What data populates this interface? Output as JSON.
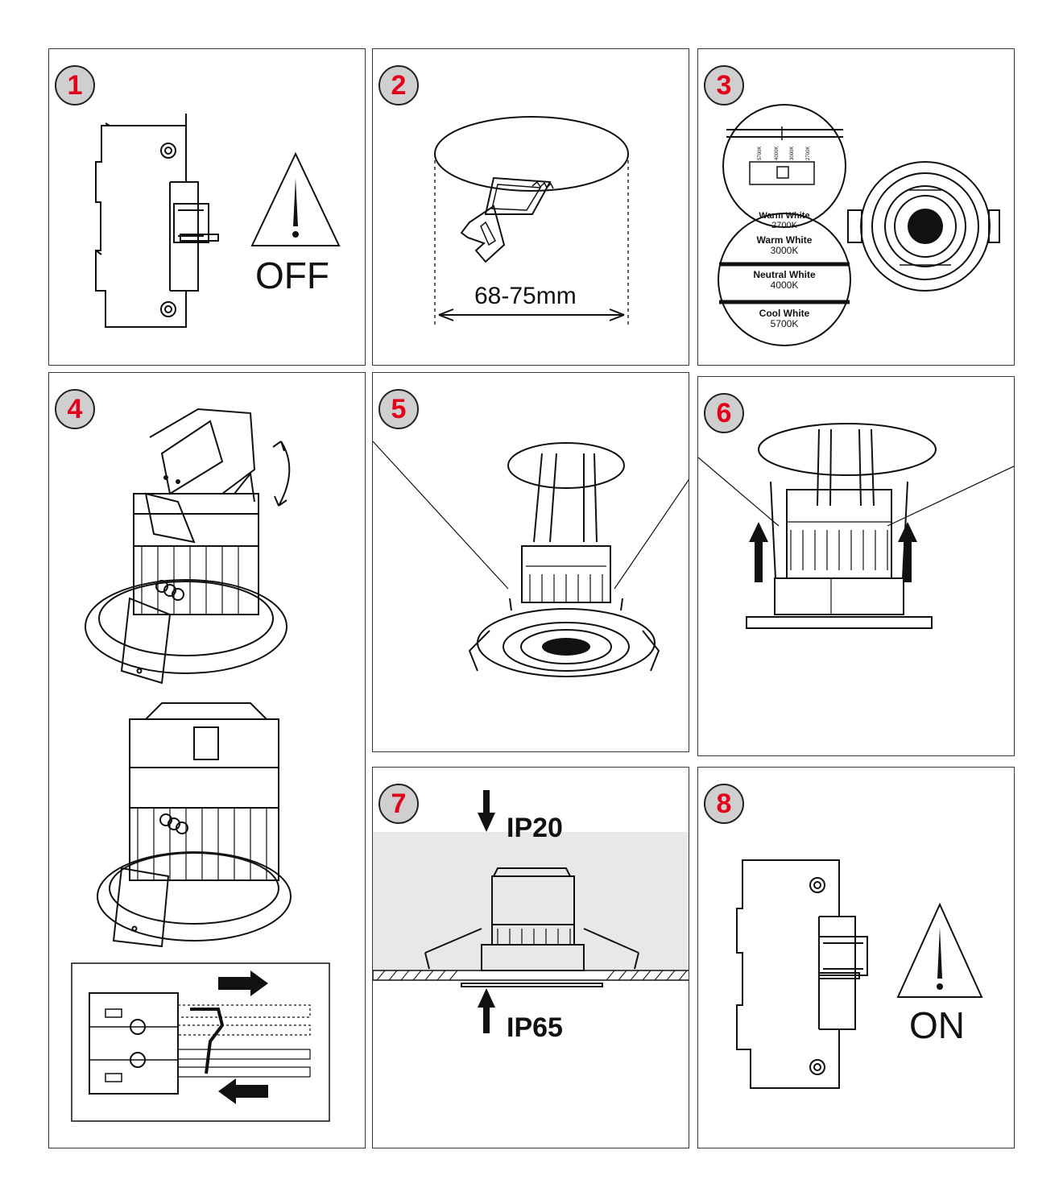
{
  "steps": [
    {
      "number": "1",
      "caption": "OFF"
    },
    {
      "number": "2",
      "dimension": "68-75mm"
    },
    {
      "number": "3",
      "color_options": [
        {
          "name": "Warm White",
          "kelvin": "2700K"
        },
        {
          "name": "Warm White",
          "kelvin": "3000K"
        },
        {
          "name": "Neutral White",
          "kelvin": "4000K"
        },
        {
          "name": "Cool White",
          "kelvin": "5700K"
        }
      ],
      "switch_marks": [
        "5700K",
        "4000K",
        "3000K",
        "2700K"
      ]
    },
    {
      "number": "4"
    },
    {
      "number": "5"
    },
    {
      "number": "6"
    },
    {
      "number": "7",
      "rating_top": "IP20",
      "rating_bottom": "IP65"
    },
    {
      "number": "8",
      "caption": "ON"
    }
  ],
  "colors": {
    "badge_text": "#e3001b",
    "badge_fill": "#cfcfcf",
    "line": "#111111",
    "shade": "#e8e8e8"
  },
  "icons": [
    "warning-triangle-icon",
    "breaker-icon",
    "saw-icon",
    "arrow-up-icon",
    "arrow-down-icon",
    "rotate-arrow-icon"
  ]
}
